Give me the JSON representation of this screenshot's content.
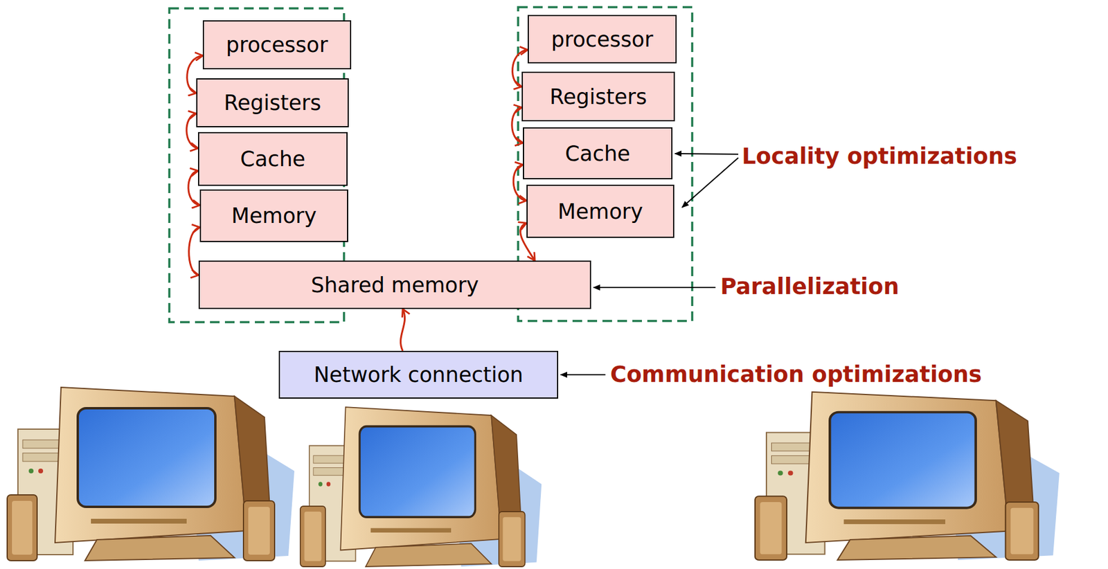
{
  "diagram": {
    "nodes": [
      {
        "text": [
          "processor"
        ]
      },
      {
        "text": [
          "Registers"
        ]
      },
      {
        "text": [
          "Cache"
        ]
      },
      {
        "text": [
          "Memory"
        ]
      },
      {
        "text": [
          "processor"
        ]
      },
      {
        "text": [
          "Registers"
        ]
      },
      {
        "text": [
          "Cache"
        ]
      },
      {
        "text": [
          "Memory"
        ]
      },
      {
        "text": [
          "Shared memory"
        ]
      },
      {
        "text": [
          "Network connection"
        ]
      }
    ],
    "edges": [
      {
        "from": 0,
        "to": 1,
        "arrow": "both"
      },
      {
        "from": 1,
        "to": 2,
        "arrow": "both"
      },
      {
        "from": 2,
        "to": 3,
        "arrow": "both"
      },
      {
        "from": 3,
        "to": 8,
        "arrow": "both"
      },
      {
        "from": 4,
        "to": 5,
        "arrow": "both"
      },
      {
        "from": 5,
        "to": 6,
        "arrow": "both"
      },
      {
        "from": 6,
        "to": 7,
        "arrow": "both"
      },
      {
        "from": 7,
        "to": 8,
        "arrow": "both"
      },
      {
        "from": 9,
        "to": 8,
        "arrow": "to"
      }
    ],
    "labels": [
      "Locality optimizations",
      "Parallelization",
      "Communication optimizations"
    ]
  }
}
